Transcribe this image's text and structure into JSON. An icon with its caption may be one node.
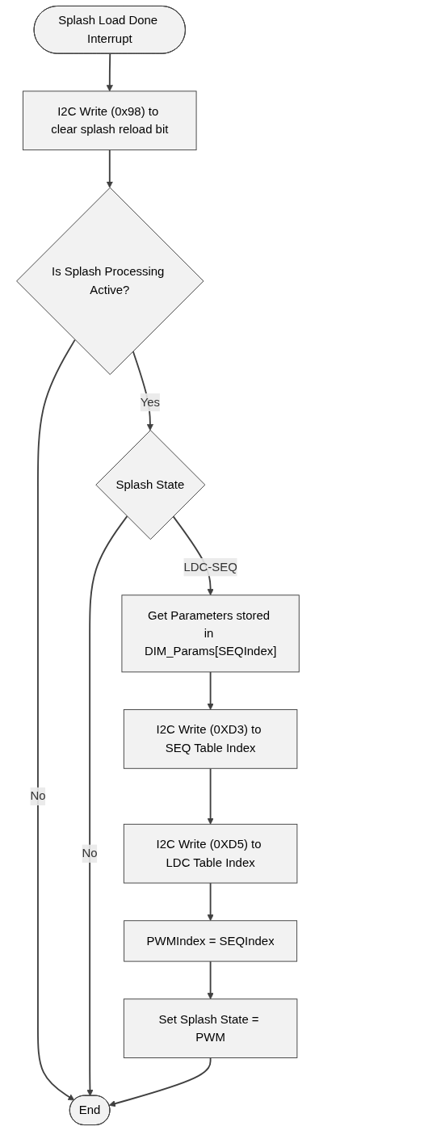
{
  "diagram": {
    "nodes": [
      {
        "text": [
          "Splash Load Done Interrupt"
        ]
      },
      {
        "text": [
          "I2C Write (0x98) to clear splash reload bit"
        ]
      },
      {
        "text": [
          "Is Splash Processing Active?"
        ]
      },
      {
        "text": [
          "End"
        ]
      },
      {
        "text": [
          "Splash State"
        ]
      },
      {
        "text": [
          "Get Parameters stored in DIM_Params[SEQIndex]"
        ]
      },
      {
        "text": [
          "I2C Write (0XD3) to SEQ Table Index"
        ]
      },
      {
        "text": [
          "I2C Write (0XD5) to LDC Table Index"
        ]
      },
      {
        "text": [
          "PWMIndex = SEQIndex"
        ]
      },
      {
        "text": [
          "Set Splash State = PWM"
        ]
      }
    ],
    "edges": [
      {
        "from": 0,
        "to": 1,
        "arrow": "to"
      },
      {
        "from": 1,
        "to": 2,
        "arrow": "to"
      },
      {
        "from": 2,
        "to": 3,
        "arrow": "to",
        "label": "No"
      },
      {
        "from": 2,
        "to": 4,
        "arrow": "to",
        "label": "Yes"
      },
      {
        "from": 4,
        "to": 3,
        "arrow": "to",
        "label": "No"
      },
      {
        "from": 4,
        "to": 5,
        "arrow": "to",
        "label": "LDC-SEQ"
      },
      {
        "from": 5,
        "to": 6,
        "arrow": "to"
      },
      {
        "from": 6,
        "to": 7,
        "arrow": "to"
      },
      {
        "from": 7,
        "to": 8,
        "arrow": "to"
      },
      {
        "from": 8,
        "to": 9,
        "arrow": "to"
      },
      {
        "from": 9,
        "to": 3,
        "arrow": "to"
      }
    ]
  }
}
